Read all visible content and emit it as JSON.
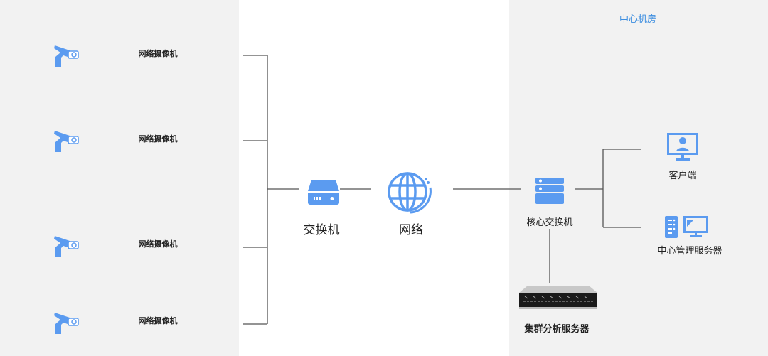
{
  "center_room": {
    "title": "中心机房"
  },
  "cameras": [
    {
      "label": "网络摄像机"
    },
    {
      "label": "网络摄像机"
    },
    {
      "label": "网络摄像机"
    },
    {
      "label": "网络摄像机"
    }
  ],
  "switch": {
    "label": "交换机"
  },
  "network": {
    "label": "网络"
  },
  "core_switch": {
    "label": "核心交换机"
  },
  "client": {
    "label": "客户端"
  },
  "mgmt_server": {
    "label": "中心管理服务器"
  },
  "cluster_server": {
    "label": "集群分析服务器"
  },
  "colors": {
    "accent": "#5b9bf0",
    "title": "#3d8ee0",
    "line": "#555555",
    "panel": "#f2f2f2"
  }
}
